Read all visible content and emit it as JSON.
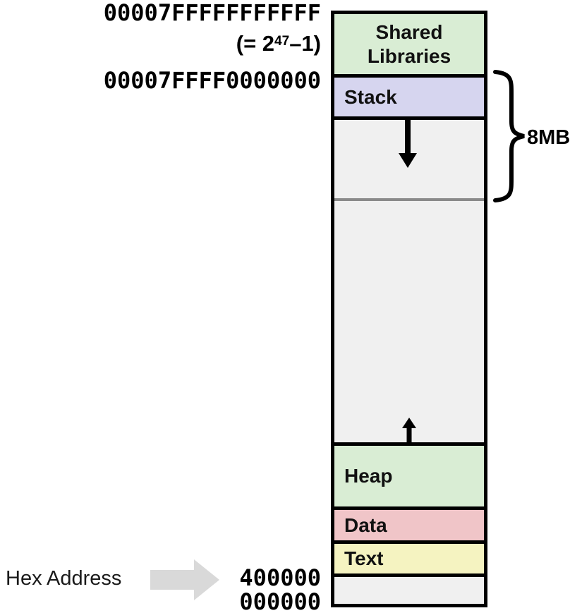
{
  "addresses": {
    "max": "00007FFFFFFFFFFF",
    "max_note_prefix": "(= 2",
    "max_note_exponent": "47",
    "max_note_suffix": "–1)",
    "stack_top": "00007FFFF0000000",
    "text_start": "400000",
    "zero": "000000"
  },
  "regions": {
    "shared_libraries": {
      "label": "Shared Libraries",
      "color": "#d9edd4"
    },
    "stack": {
      "label": "Stack",
      "color": "#d6d5ef"
    },
    "stack_growth": {
      "color": "#f0f0f0"
    },
    "unallocated": {
      "color": "#f0f0f0"
    },
    "heap": {
      "label": "Heap",
      "color": "#d9edd4"
    },
    "data": {
      "label": "Data",
      "color": "#f0c5c8"
    },
    "text": {
      "label": "Text",
      "color": "#f5f3c1"
    },
    "below_text": {
      "color": "#f0f0f0"
    }
  },
  "annotations": {
    "stack_size": "8MB",
    "hex_address": "Hex Address"
  },
  "colors": {
    "column_border": "#000000",
    "limit_divider": "#8a8a8a",
    "growth_arrow": "#000000",
    "pointer_arrow_fill": "#d9d9d9"
  }
}
